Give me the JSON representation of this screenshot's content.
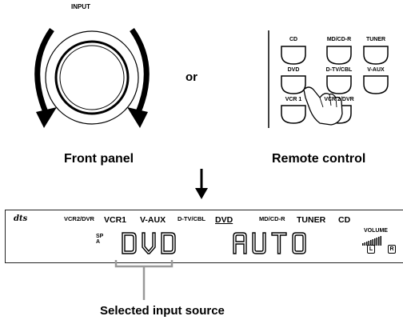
{
  "top": {
    "input_label": "INPUT",
    "or_label": "or",
    "front_panel_label": "Front panel",
    "remote_control_label": "Remote control"
  },
  "remote": {
    "buttons": [
      {
        "label": "CD"
      },
      {
        "label": "MD/CD-R"
      },
      {
        "label": "TUNER"
      },
      {
        "label": "DVD"
      },
      {
        "label": "D-TV/CBL"
      },
      {
        "label": "V-AUX"
      },
      {
        "label": "VCR 1"
      },
      {
        "label": "VCR 2/DVR"
      }
    ]
  },
  "display": {
    "logo": "dts",
    "sources": [
      "VCR2/DVR",
      "VCR1",
      "V-AUX",
      "D-TV/CBL",
      "DVD",
      "MD/CD-R",
      "TUNER",
      "CD"
    ],
    "selected_source": "DVD",
    "speaker_indicator": "SP",
    "speaker_sub": "A",
    "main_readout": "DVD",
    "mode_readout": "AUTO",
    "volume_label": "VOLUME",
    "left_indicator": "L",
    "right_indicator": "R"
  },
  "caption": "Selected input source"
}
